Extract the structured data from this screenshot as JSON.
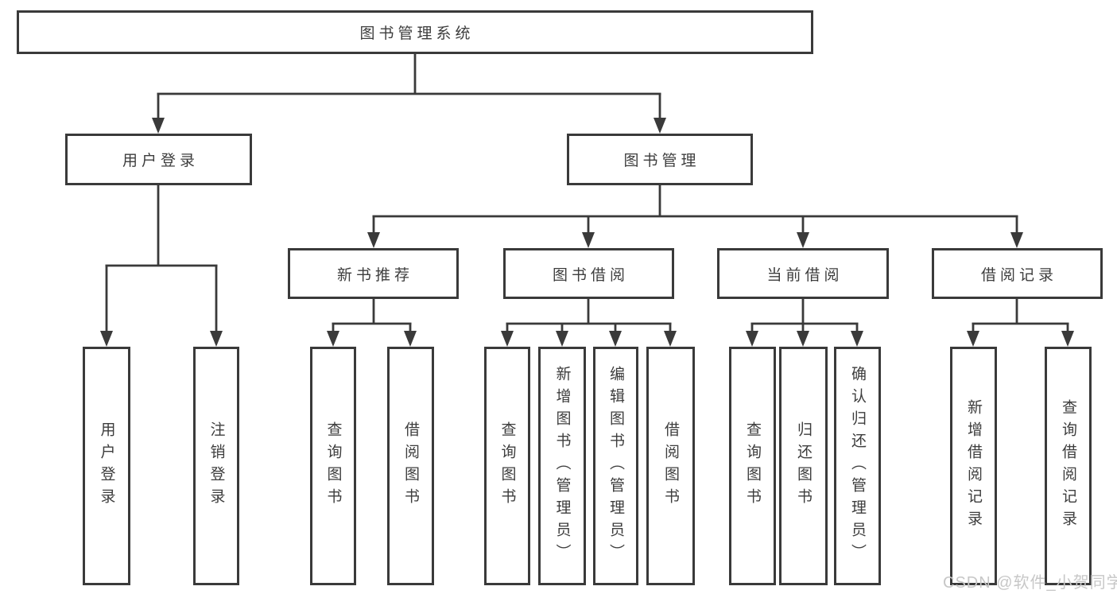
{
  "diagram": {
    "root": {
      "label": "图书管理系统"
    },
    "branches": [
      {
        "label": "用户登录",
        "children": [
          {
            "label": "用户登录"
          },
          {
            "label": "注销登录"
          }
        ]
      },
      {
        "label": "图书管理",
        "children": [
          {
            "label": "新书推荐",
            "children": [
              {
                "label": "查询图书"
              },
              {
                "label": "借阅图书"
              }
            ]
          },
          {
            "label": "图书借阅",
            "children": [
              {
                "label": "查询图书"
              },
              {
                "label": "新增图书（管理员）"
              },
              {
                "label": "编辑图书（管理员）"
              },
              {
                "label": "借阅图书"
              }
            ]
          },
          {
            "label": "当前借阅",
            "children": [
              {
                "label": "查询图书"
              },
              {
                "label": "归还图书"
              },
              {
                "label": "确认归还（管理员）"
              }
            ]
          },
          {
            "label": "借阅记录",
            "children": [
              {
                "label": "新增借阅记录"
              },
              {
                "label": "查询借阅记录"
              }
            ]
          }
        ]
      }
    ]
  },
  "watermark": {
    "text": "CSDN @软件_小贺同学"
  },
  "colors": {
    "line": "#3a3a3a",
    "text": "#3d3d3d",
    "background": "#ffffff",
    "watermark": "#c7c7c7"
  }
}
